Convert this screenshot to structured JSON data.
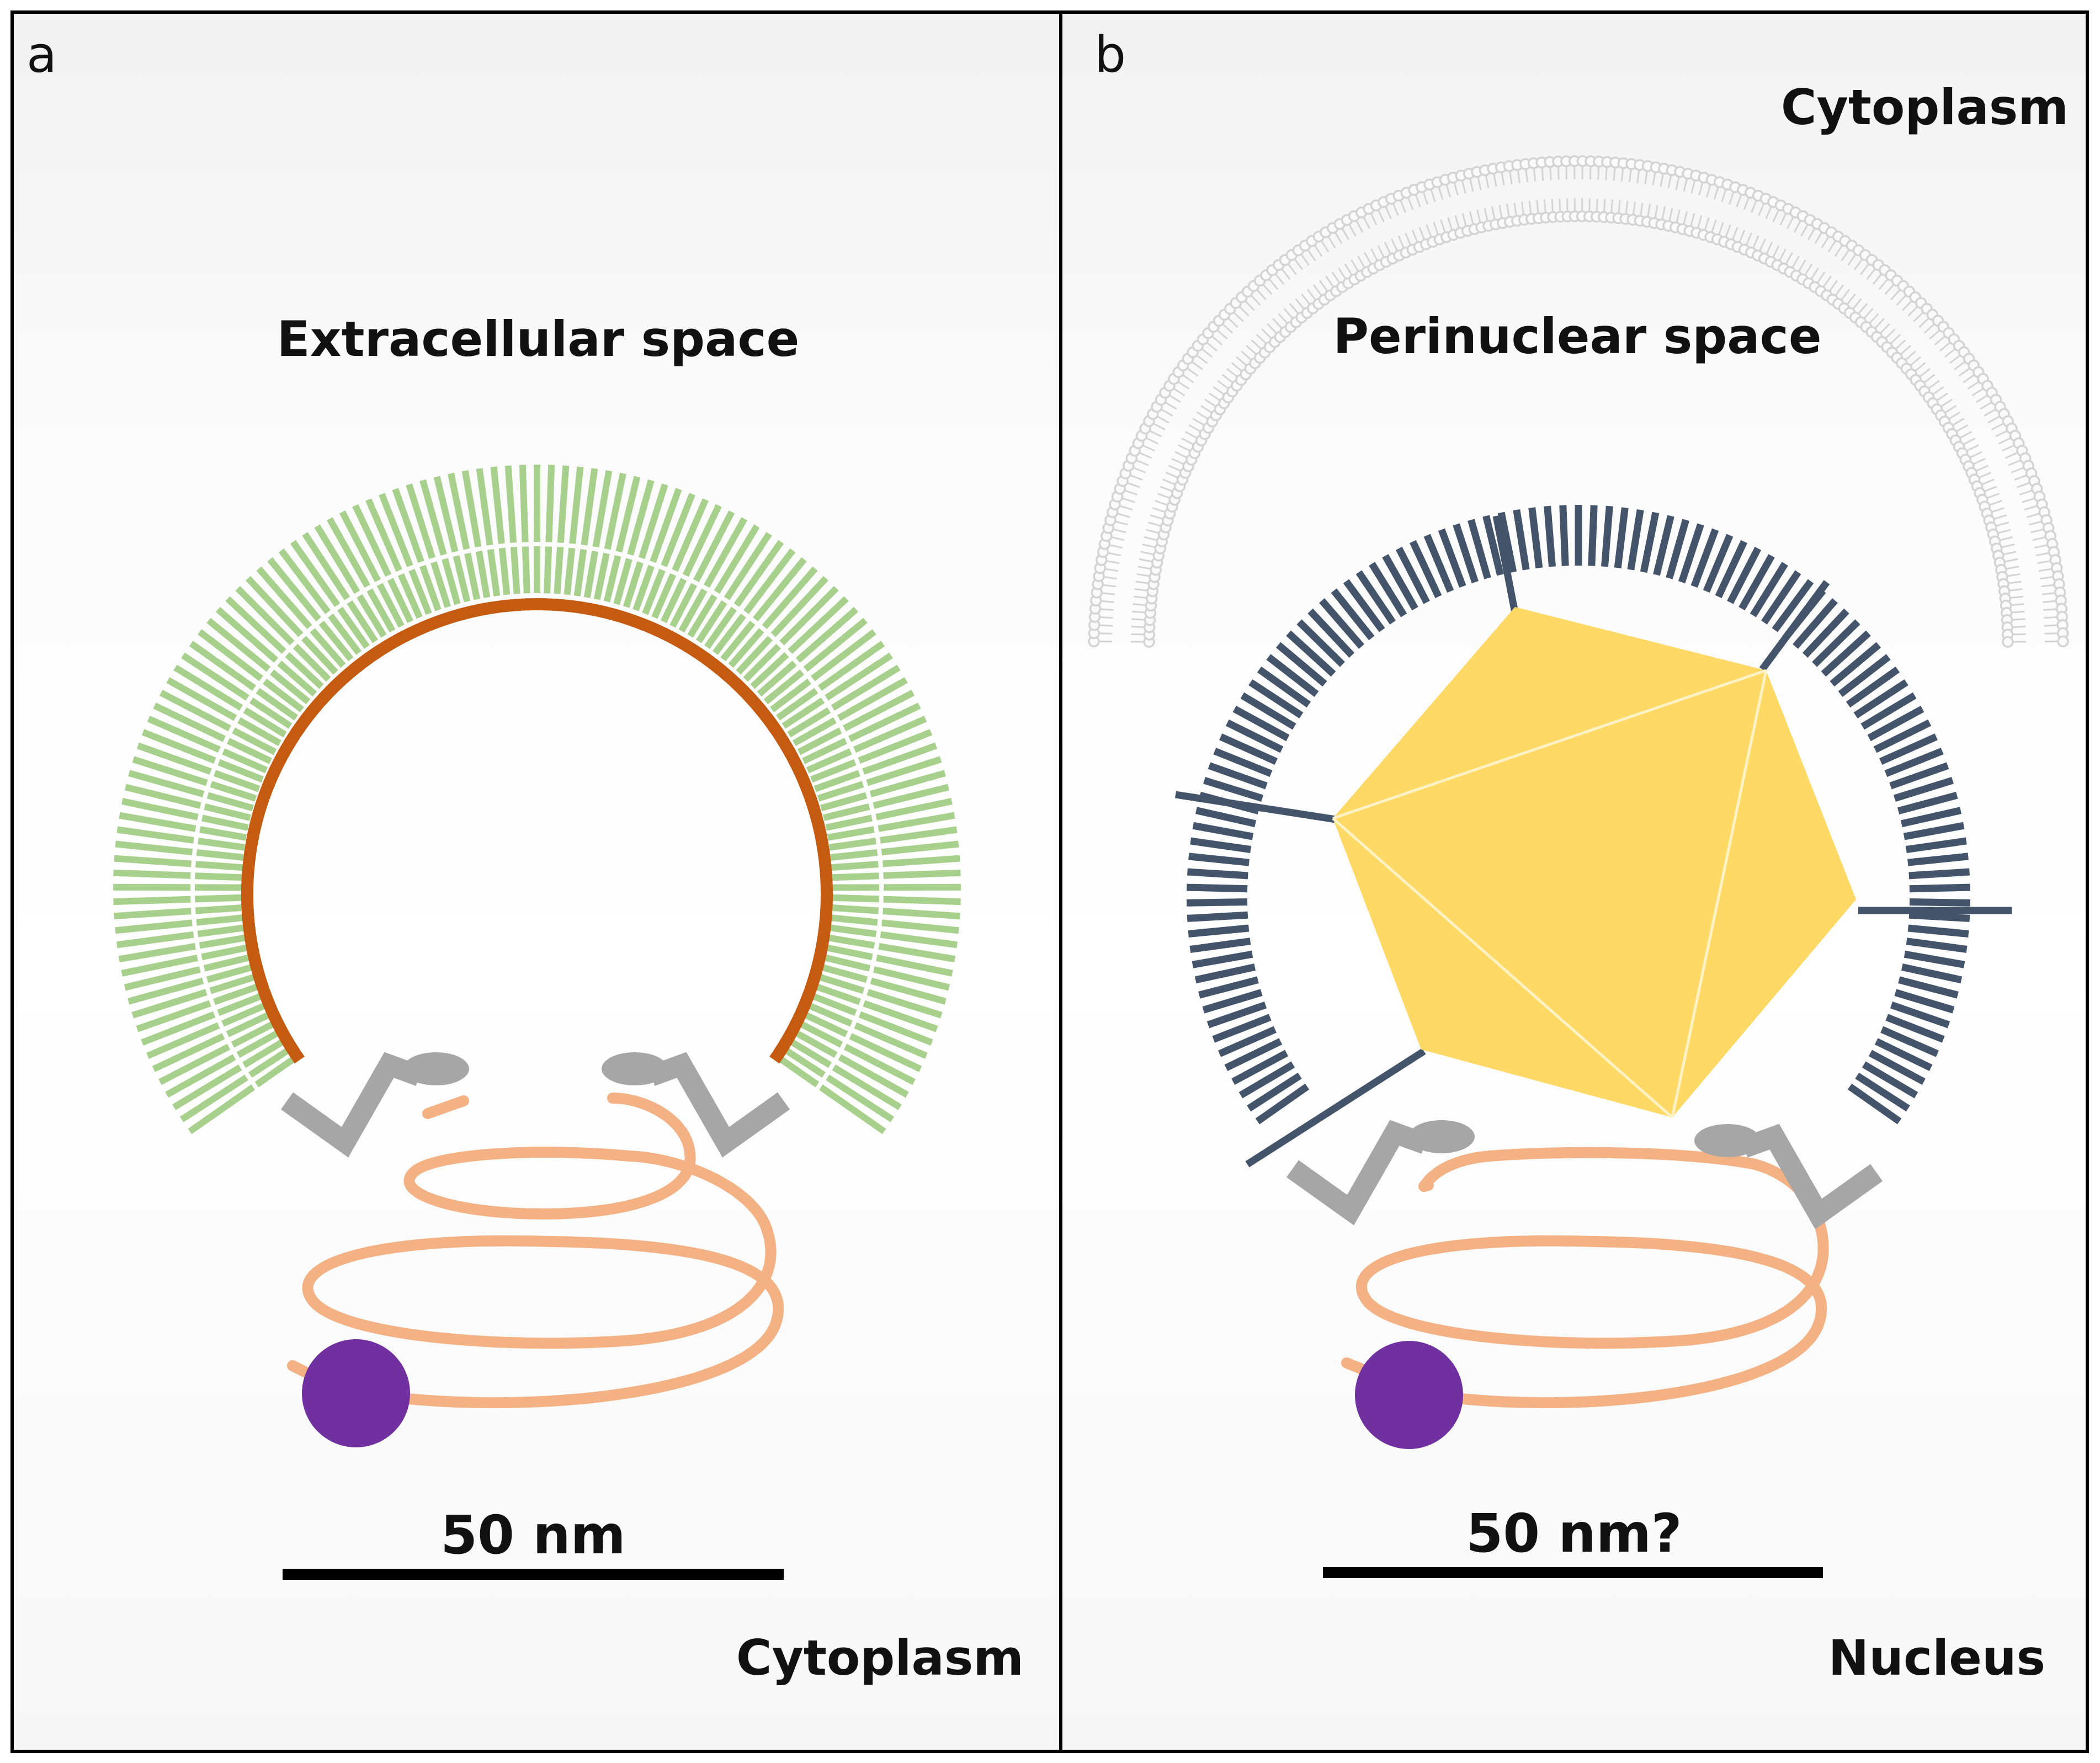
{
  "panels": [
    {
      "letter": "a",
      "top_region": "Extracellular space",
      "bottom_region": "Cytoplasm",
      "scale_label": "50 nm"
    },
    {
      "letter": "b",
      "outer_region": "Cytoplasm",
      "top_region": "Perinuclear space",
      "bottom_region": "Nucleus",
      "scale_label": "50 nm?"
    }
  ],
  "colors": {
    "membrane": "#d4d4d4",
    "green_spikes": "#a8d08d",
    "capsid_arc": "#c55a11",
    "helix": "#f4b183",
    "purple_ball": "#7030a0",
    "gray_protein": "#a6a6a6",
    "dark_spikes": "#44546a",
    "icosahedron": "#ffd966"
  }
}
